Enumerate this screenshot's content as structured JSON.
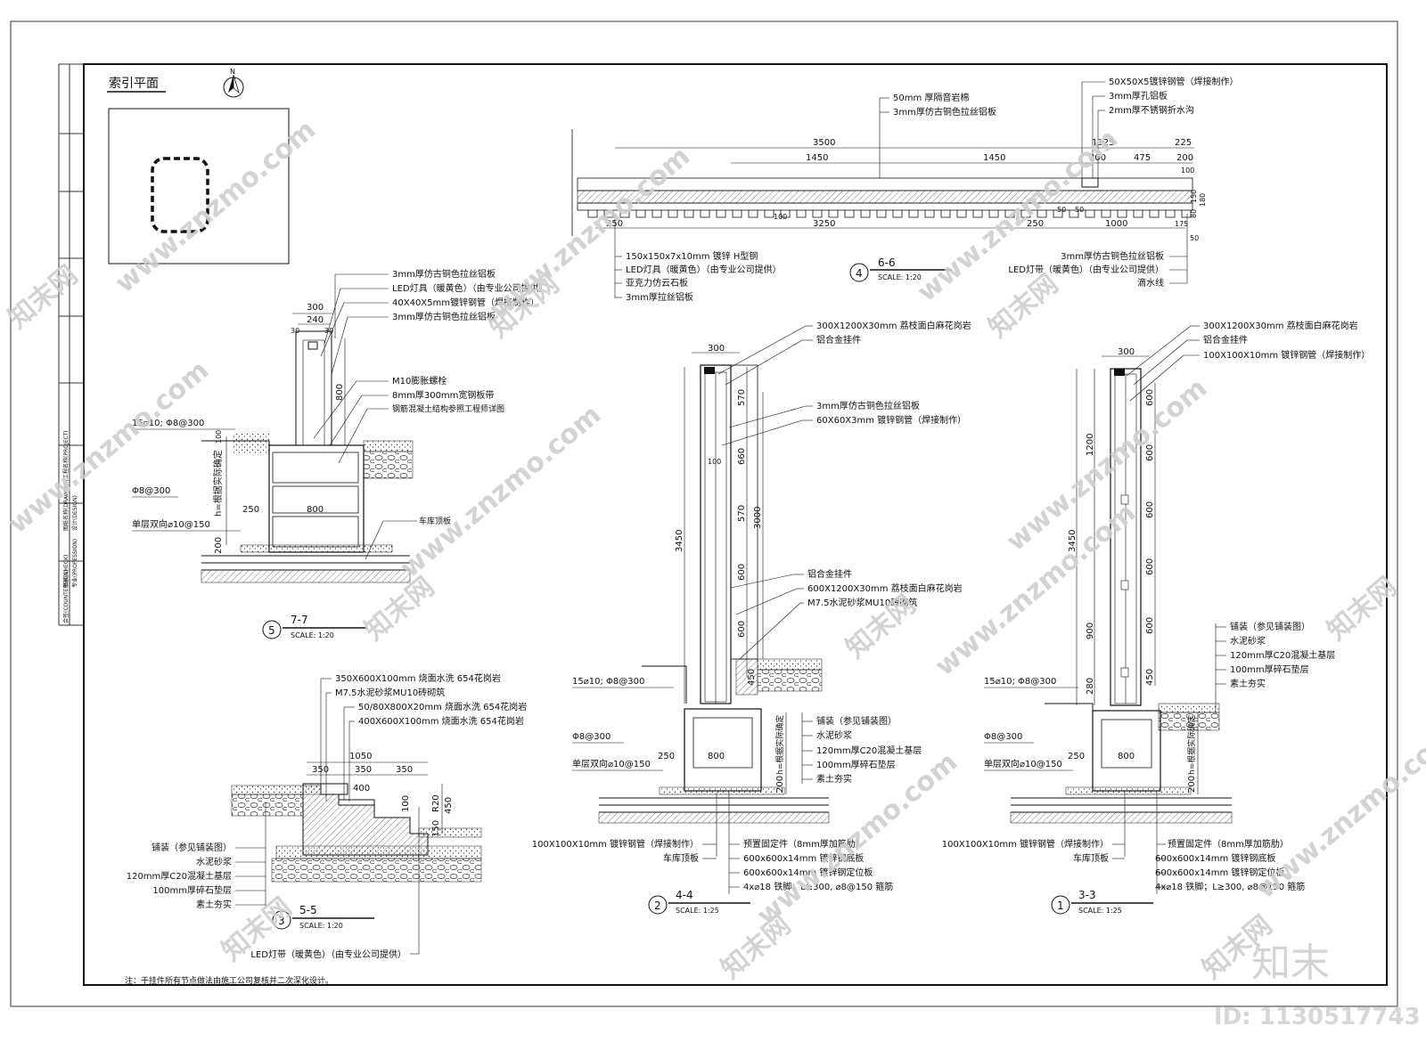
{
  "index_plan": {
    "title": "索引平面",
    "north": "N"
  },
  "side_strip": [
    "工程名称(PROJECT)",
    "图纸名称(DRAWING)",
    "设计(DESIGN)",
    "审核(CHECK)",
    "专业(PROFESSION)",
    "会签(COUNTERSIGN)"
  ],
  "s66": {
    "num": "4",
    "title": "6-6",
    "scale": "SCALE: 1:20",
    "top_labels": [
      "50mm 厚隔音岩棉",
      "3mm厚仿古铜色拉丝铝板",
      "50X50X5镀锌钢管（焊接制作）",
      "3mm厚孔铝板",
      "2mm厚不锈钢折水沟"
    ],
    "dims_top": [
      "3500",
      "1125",
      "225",
      "1450",
      "1450",
      "300",
      "475",
      "200",
      "100"
    ],
    "dims_side": [
      "80",
      "180",
      "150"
    ],
    "dims_bottom": [
      "250",
      "100",
      "3250",
      "250",
      "50",
      "50",
      "1000",
      "175",
      "50"
    ],
    "left_labels": [
      "150x150x7x10mm 镀锌 H型钢",
      "LED灯具（暖黄色）（由专业公司提供）",
      "亚克力仿云石板",
      "3mm厚拉丝铝板"
    ],
    "right_labels": [
      "3mm厚仿古铜色拉丝铝板",
      "LED灯带（暖黄色）（由专业公司提供）",
      "滴水线"
    ]
  },
  "s77": {
    "num": "5",
    "title": "7-7",
    "scale": "SCALE: 1:20",
    "right_labels": [
      "3mm厚仿古铜色拉丝铝板",
      "LED灯具（暖黄色）（由专业公司提供）",
      "40X40X5mm镀锌钢管（焊接制作）",
      "3mm厚仿古铜色拉丝铝板",
      "M10膨胀螺栓",
      "8mm厚300mm宽钢板带",
      "钢筋混凝土结构参照工程师详图",
      "车库顶板"
    ],
    "dims": [
      "300",
      "240",
      "30",
      "30",
      "800",
      "250",
      "800",
      "200",
      "100"
    ],
    "left_labels": [
      "15⌀10; Φ8@300",
      "Φ8@300",
      "单层双向⌀10@150"
    ],
    "vtext": "h=根据实际确定"
  },
  "s55": {
    "num": "3",
    "title": "5-5",
    "scale": "SCALE: 1:20",
    "top_labels": [
      "350X600X100mm 烧面水洗 654花岗岩",
      "M7.5水泥砂浆MU10砖砌筑",
      "50/80X800X20mm 烧面水洗 654花岗岩",
      "400X600X100mm 烧面水洗 654花岗岩"
    ],
    "dims": [
      "1050",
      "350",
      "350",
      "350",
      "400",
      "100",
      "150",
      "450",
      "R20"
    ],
    "left_labels": [
      "铺装（参见铺装图）",
      "水泥砂浆",
      "120mm厚C20混凝土基层",
      "100mm厚碎石垫层",
      "素土夯实"
    ],
    "bottom_label": "LED灯带（暖黄色）（由专业公司提供）"
  },
  "s44": {
    "num": "2",
    "title": "4-4",
    "scale": "SCALE: 1:25",
    "top_labels": [
      "300X1200X30mm 荔枝面白麻花岗岩",
      "铝合金挂件",
      "3mm厚仿古铜色拉丝铝板",
      "60X60X3mm 镀锌钢管（焊接制作）",
      "铝合金挂件",
      "600X1200X30mm 荔枝面白麻花岗岩",
      "M7.5水泥砂浆MU10砖砌筑"
    ],
    "dims": [
      "300",
      "3450",
      "570",
      "660",
      "570",
      "600",
      "600",
      "3000",
      "100",
      "450",
      "250",
      "800",
      "200"
    ],
    "left_labels": [
      "15⌀10; Φ8@300",
      "Φ8@300",
      "单层双向⌀10@150"
    ],
    "right_labels": [
      "铺装（参见铺装图）",
      "水泥砂浆",
      "120mm厚C20混凝土基层",
      "100mm厚碎石垫层",
      "素土夯实"
    ],
    "bottom_left": [
      "100X100X10mm 镀锌钢管（焊接制作）",
      "车库顶板"
    ],
    "bottom_right": [
      "预置固定件（8mm厚加筋肋）",
      "600x600x14mm 镀锌钢底板",
      "600x600x14mm 镀锌钢定位板",
      "4x⌀18 铁脚；L≥300, ⌀8@150 箍筋"
    ],
    "vtext": "h=根据实际确定"
  },
  "s33": {
    "num": "1",
    "title": "3-3",
    "scale": "SCALE: 1:25",
    "top_labels": [
      "300X1200X30mm 荔枝面白麻花岗岩",
      "铝合金挂件",
      "100X100X10mm 镀锌钢管（焊接制作）"
    ],
    "dims": [
      "300",
      "3450",
      "1200",
      "900",
      "280",
      "600",
      "600",
      "600",
      "600",
      "600",
      "450",
      "250",
      "800",
      "200"
    ],
    "left_labels": [
      "15⌀10; Φ8@300",
      "Φ8@300",
      "单层双向⌀10@150"
    ],
    "right_labels": [
      "铺装（参见铺装图）",
      "水泥砂浆",
      "120mm厚C20混凝土基层",
      "100mm厚碎石垫层",
      "素土夯实"
    ],
    "bottom_left": [
      "100X100X10mm 镀锌钢管（焊接制作）",
      "车库顶板"
    ],
    "bottom_right": [
      "预置固定件（8mm厚加筋肋）",
      "600x600x14mm 镀锌钢底板",
      "600x600x14mm 镀锌钢定位板",
      "4x⌀18 铁脚；L≥300, ⌀8@150 箍筋"
    ],
    "vtext": "h=根据实际确定"
  },
  "note": "注：干挂件所有节点做法由施工公司复核并二次深化设计。",
  "watermark": {
    "site": "www.znzmo.com",
    "brand": "知末网",
    "logo": "知末",
    "id": "ID: 1130517743"
  }
}
